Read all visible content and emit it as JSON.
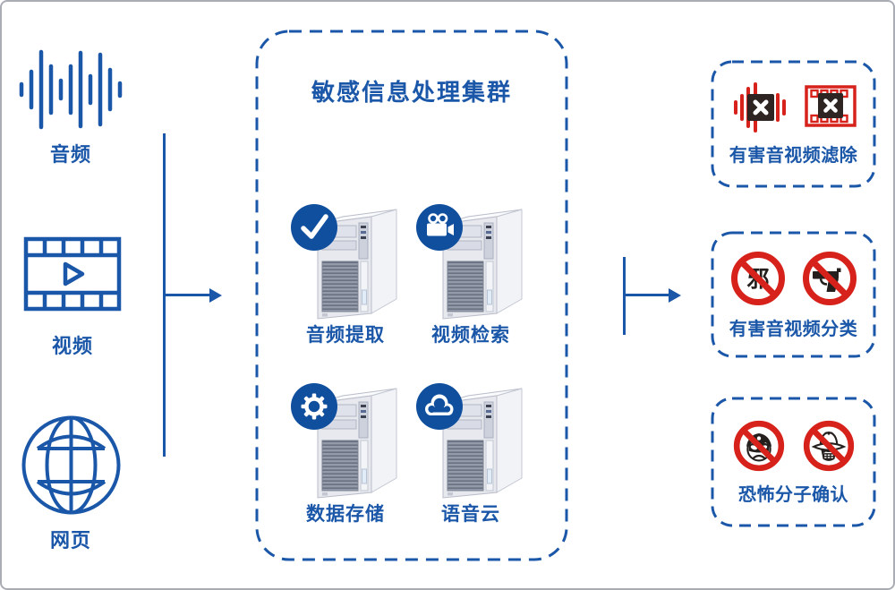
{
  "diagram": {
    "inputs": [
      {
        "label": "音频",
        "icon": "audio-waveform-icon"
      },
      {
        "label": "视频",
        "icon": "video-frame-icon"
      },
      {
        "label": "网页",
        "icon": "globe-icon"
      }
    ],
    "cluster": {
      "title": "敏感信息处理集群",
      "nodes": [
        {
          "label": "音频提取",
          "icon": "check-icon"
        },
        {
          "label": "视频检索",
          "icon": "video-camera-icon"
        },
        {
          "label": "数据存储",
          "icon": "gear-icon"
        },
        {
          "label": "语音云",
          "icon": "cloud-icon"
        }
      ]
    },
    "outputs": [
      {
        "label": "有害音视频滤除",
        "icons": [
          "blocked-audio-icon",
          "blocked-film-icon"
        ]
      },
      {
        "label": "有害音视频分类",
        "icons": [
          "no-evil-sign-icon",
          "no-gun-icon"
        ],
        "sign_character": "邪"
      },
      {
        "label": "恐怖分子确认",
        "icons": [
          "no-terrorist-face-icon",
          "no-bandit-face-icon"
        ]
      }
    ],
    "colors": {
      "primary_blue": "#1b57a8",
      "badge_blue": "#0f4f9e",
      "alert_red": "#d6221b",
      "dark_mark": "#2e2522"
    }
  }
}
